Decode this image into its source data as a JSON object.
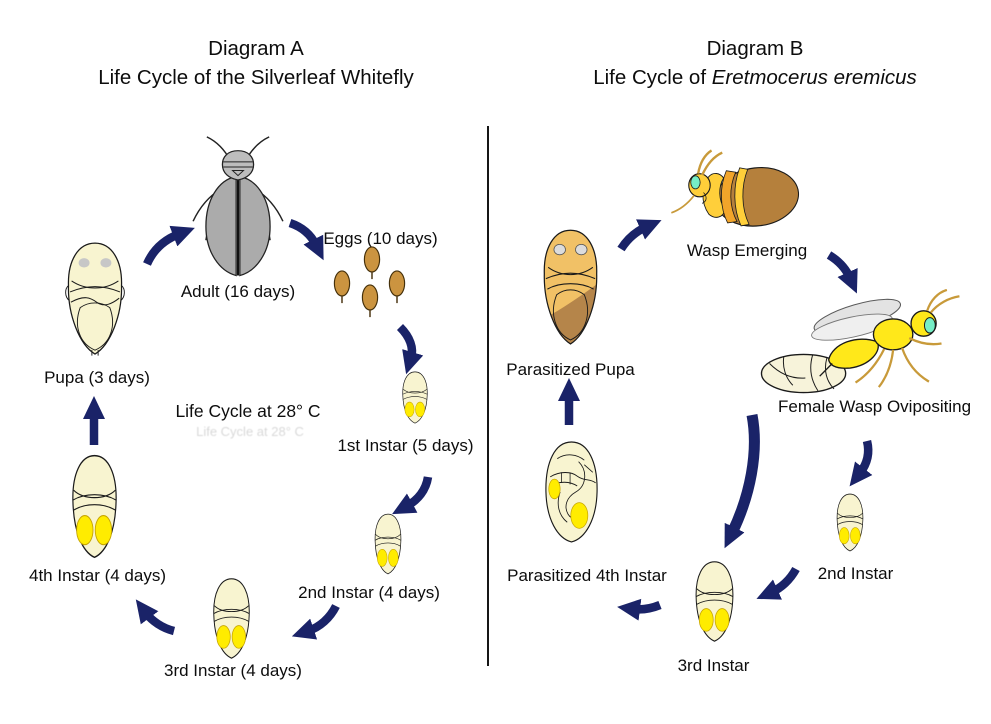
{
  "diagram_a": {
    "title": "Diagram A",
    "subtitle": "Life Cycle of the Silverleaf Whitefly",
    "center_note": "Life Cycle at 28° C",
    "labels": {
      "adult": "Adult (16 days)",
      "eggs": "Eggs (10 days)",
      "instar1": "1st Instar (5 days)",
      "instar2": "2nd Instar (4 days)",
      "instar3": "3rd Instar (4 days)",
      "instar4": "4th Instar (4 days)",
      "pupa": "Pupa (3 days)"
    }
  },
  "diagram_b": {
    "title": "Diagram B",
    "subtitle_prefix": "Life Cycle of ",
    "subtitle_species": "Eretmocerus eremicus",
    "labels": {
      "wasp_emerging": "Wasp Emerging",
      "female_wasp_ovipositing": "Female Wasp Ovipositing",
      "instar2": "2nd Instar",
      "instar3": "3rd Instar",
      "parasitized_instar4": "Parasitized 4th Instar",
      "parasitized_pupa": "Parasitized Pupa"
    }
  },
  "colors": {
    "arrow": "#1a2368",
    "nymph_body": "#f8f4d0",
    "nymph_spot": "#ffec00",
    "egg": "#cb9440",
    "adult_gray": "#ababab",
    "pupa_tan": "#f1c166",
    "pupa_brown": "#b5854a",
    "wasp_yellow": "#ffe81a",
    "wasp_orange": "#f2a52a",
    "wasp_eye": "#76eec6",
    "case_brown": "#b5803c"
  }
}
